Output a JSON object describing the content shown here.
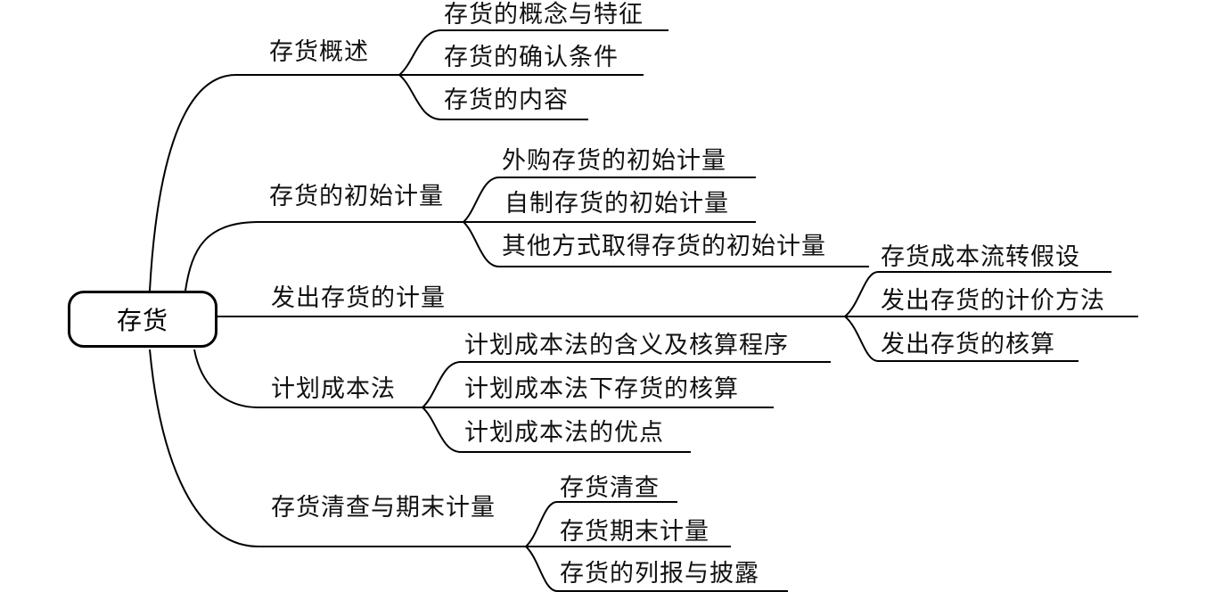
{
  "root": {
    "label": "存货"
  },
  "branches": [
    {
      "label": "存货概述",
      "children": [
        "存货的概念与特征",
        "存货的确认条件",
        "存货的内容"
      ]
    },
    {
      "label": "存货的初始计量",
      "children": [
        "外购存货的初始计量",
        "自制存货的初始计量",
        "其他方式取得存货的初始计量"
      ]
    },
    {
      "label": "发出存货的计量",
      "children": [
        "存货成本流转假设",
        "发出存货的计价方法",
        "发出存货的核算"
      ]
    },
    {
      "label": "计划成本法",
      "children": [
        "计划成本法的含义及核算程序",
        "计划成本法下存货的核算",
        "计划成本法的优点"
      ]
    },
    {
      "label": "存货清查与期末计量",
      "children": [
        "存货清查",
        "存货期末计量",
        "存货的列报与披露"
      ]
    }
  ]
}
